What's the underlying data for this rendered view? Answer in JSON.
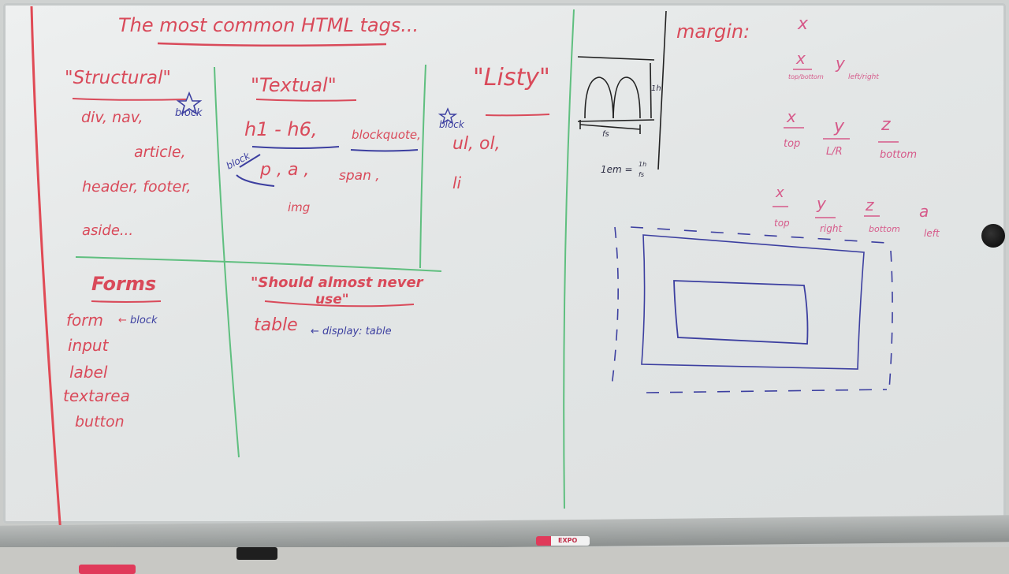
{
  "board": {
    "title": "The most common HTML tags...",
    "structural": {
      "heading": "\"Structural\"",
      "line1": "div, nav,",
      "line2": "article,",
      "line3": "header, footer,",
      "line4": "aside...",
      "note": "block"
    },
    "textual": {
      "heading": "\"Textual\"",
      "line1": "h1 - h6,",
      "line1b": "blockquote,",
      "line2": "p , a ,",
      "line2b": "span ,",
      "line3": "img",
      "note": "block"
    },
    "listy": {
      "heading": "\"Listy\"",
      "line1": "ul, ol,",
      "line2": "li",
      "note": "block"
    },
    "forms": {
      "heading": "Forms",
      "items": [
        "form",
        "input",
        "label",
        "textarea",
        "button"
      ],
      "note": "block"
    },
    "never": {
      "heading": "\"Should almost never",
      "heading2": "use\"",
      "item": "table",
      "note": "← display: table"
    },
    "diagram": {
      "height_label": "1h",
      "width_label": "fs",
      "formula": "1em =",
      "fraction_top": "1h",
      "fraction_bottom": "fs"
    },
    "margin": {
      "label": "margin:",
      "one": {
        "value": "x"
      },
      "two": [
        {
          "value": "x",
          "side": "top/bottom"
        },
        {
          "value": "y",
          "side": "left/right"
        }
      ],
      "three": [
        {
          "value": "x",
          "side": "top"
        },
        {
          "value": "y",
          "side": "L/R"
        },
        {
          "value": "z",
          "side": "bottom"
        }
      ],
      "four": [
        {
          "value": "x",
          "side": "top"
        },
        {
          "value": "y",
          "side": "right"
        },
        {
          "value": "z",
          "side": "bottom"
        },
        {
          "value": "a",
          "side": "left"
        }
      ]
    },
    "marker_label": "EXPO"
  }
}
